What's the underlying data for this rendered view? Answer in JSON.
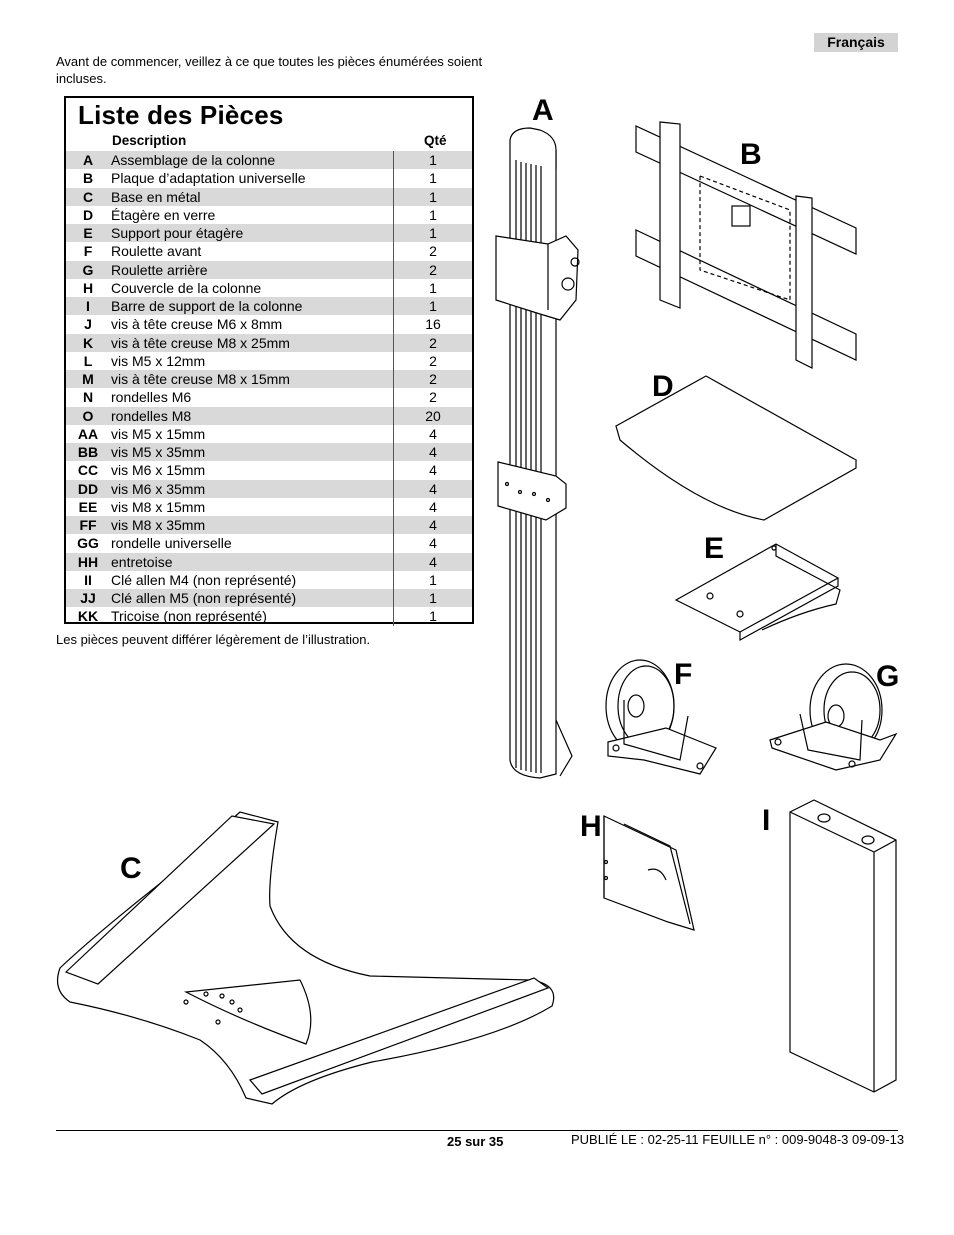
{
  "language_badge": "Français",
  "intro": "Avant de commencer, veillez à ce que toutes les pièces énumérées soient incluses.",
  "parts_list": {
    "title": "Liste des Pièces",
    "col_description": "Description",
    "col_qty": "Qté",
    "rows": [
      {
        "id": "A",
        "description": "Assemblage de la colonne",
        "qty": "1"
      },
      {
        "id": "B",
        "description": "Plaque d’adaptation universelle",
        "qty": "1"
      },
      {
        "id": "C",
        "description": "Base en métal",
        "qty": "1"
      },
      {
        "id": "D",
        "description": "Étagère en verre",
        "qty": "1"
      },
      {
        "id": "E",
        "description": "Support pour étagère",
        "qty": "1"
      },
      {
        "id": "F",
        "description": "Roulette avant",
        "qty": "2"
      },
      {
        "id": "G",
        "description": "Roulette arrière",
        "qty": "2"
      },
      {
        "id": "H",
        "description": "Couvercle de la colonne",
        "qty": "1"
      },
      {
        "id": "I",
        "description": "Barre de support de la colonne",
        "qty": "1"
      },
      {
        "id": "J",
        "description": "vis à tête creuse M6 x 8mm",
        "qty": "16"
      },
      {
        "id": "K",
        "description": "vis à tête creuse M8 x 25mm",
        "qty": "2"
      },
      {
        "id": "L",
        "description": "vis M5 x 12mm",
        "qty": "2"
      },
      {
        "id": "M",
        "description": "vis à tête creuse M8 x 15mm",
        "qty": "2"
      },
      {
        "id": "N",
        "description": "rondelles M6",
        "qty": "2"
      },
      {
        "id": "O",
        "description": "rondelles M8",
        "qty": "20"
      },
      {
        "id": "AA",
        "description": "vis M5 x 15mm",
        "qty": "4"
      },
      {
        "id": "BB",
        "description": "vis M5 x 35mm",
        "qty": "4"
      },
      {
        "id": "CC",
        "description": "vis M6 x 15mm",
        "qty": "4"
      },
      {
        "id": "DD",
        "description": "vis M6 x 35mm",
        "qty": "4"
      },
      {
        "id": "EE",
        "description": "vis M8 x 15mm",
        "qty": "4"
      },
      {
        "id": "FF",
        "description": "vis M8 x 35mm",
        "qty": "4"
      },
      {
        "id": "GG",
        "description": "rondelle universelle",
        "qty": "4"
      },
      {
        "id": "HH",
        "description": "entretoise",
        "qty": "4"
      },
      {
        "id": "II",
        "description": "Clé allen M4 (non représenté)",
        "qty": "1"
      },
      {
        "id": "JJ",
        "description": "Clé allen M5 (non représenté)",
        "qty": "1"
      },
      {
        "id": "KK",
        "description": "Tricoise (non représenté)",
        "qty": "1"
      }
    ]
  },
  "note": "Les pièces peuvent différer légèrement de l’illustration.",
  "figure_labels": {
    "A": "A",
    "B": "B",
    "C": "C",
    "D": "D",
    "E": "E",
    "F": "F",
    "G": "G",
    "H": "H",
    "I": "I"
  },
  "footer": {
    "page": "25 sur 35",
    "published": "PUBLIÉ LE : 02-25-11  FEUILLE n° : 009-9048-3  09-09-13"
  }
}
